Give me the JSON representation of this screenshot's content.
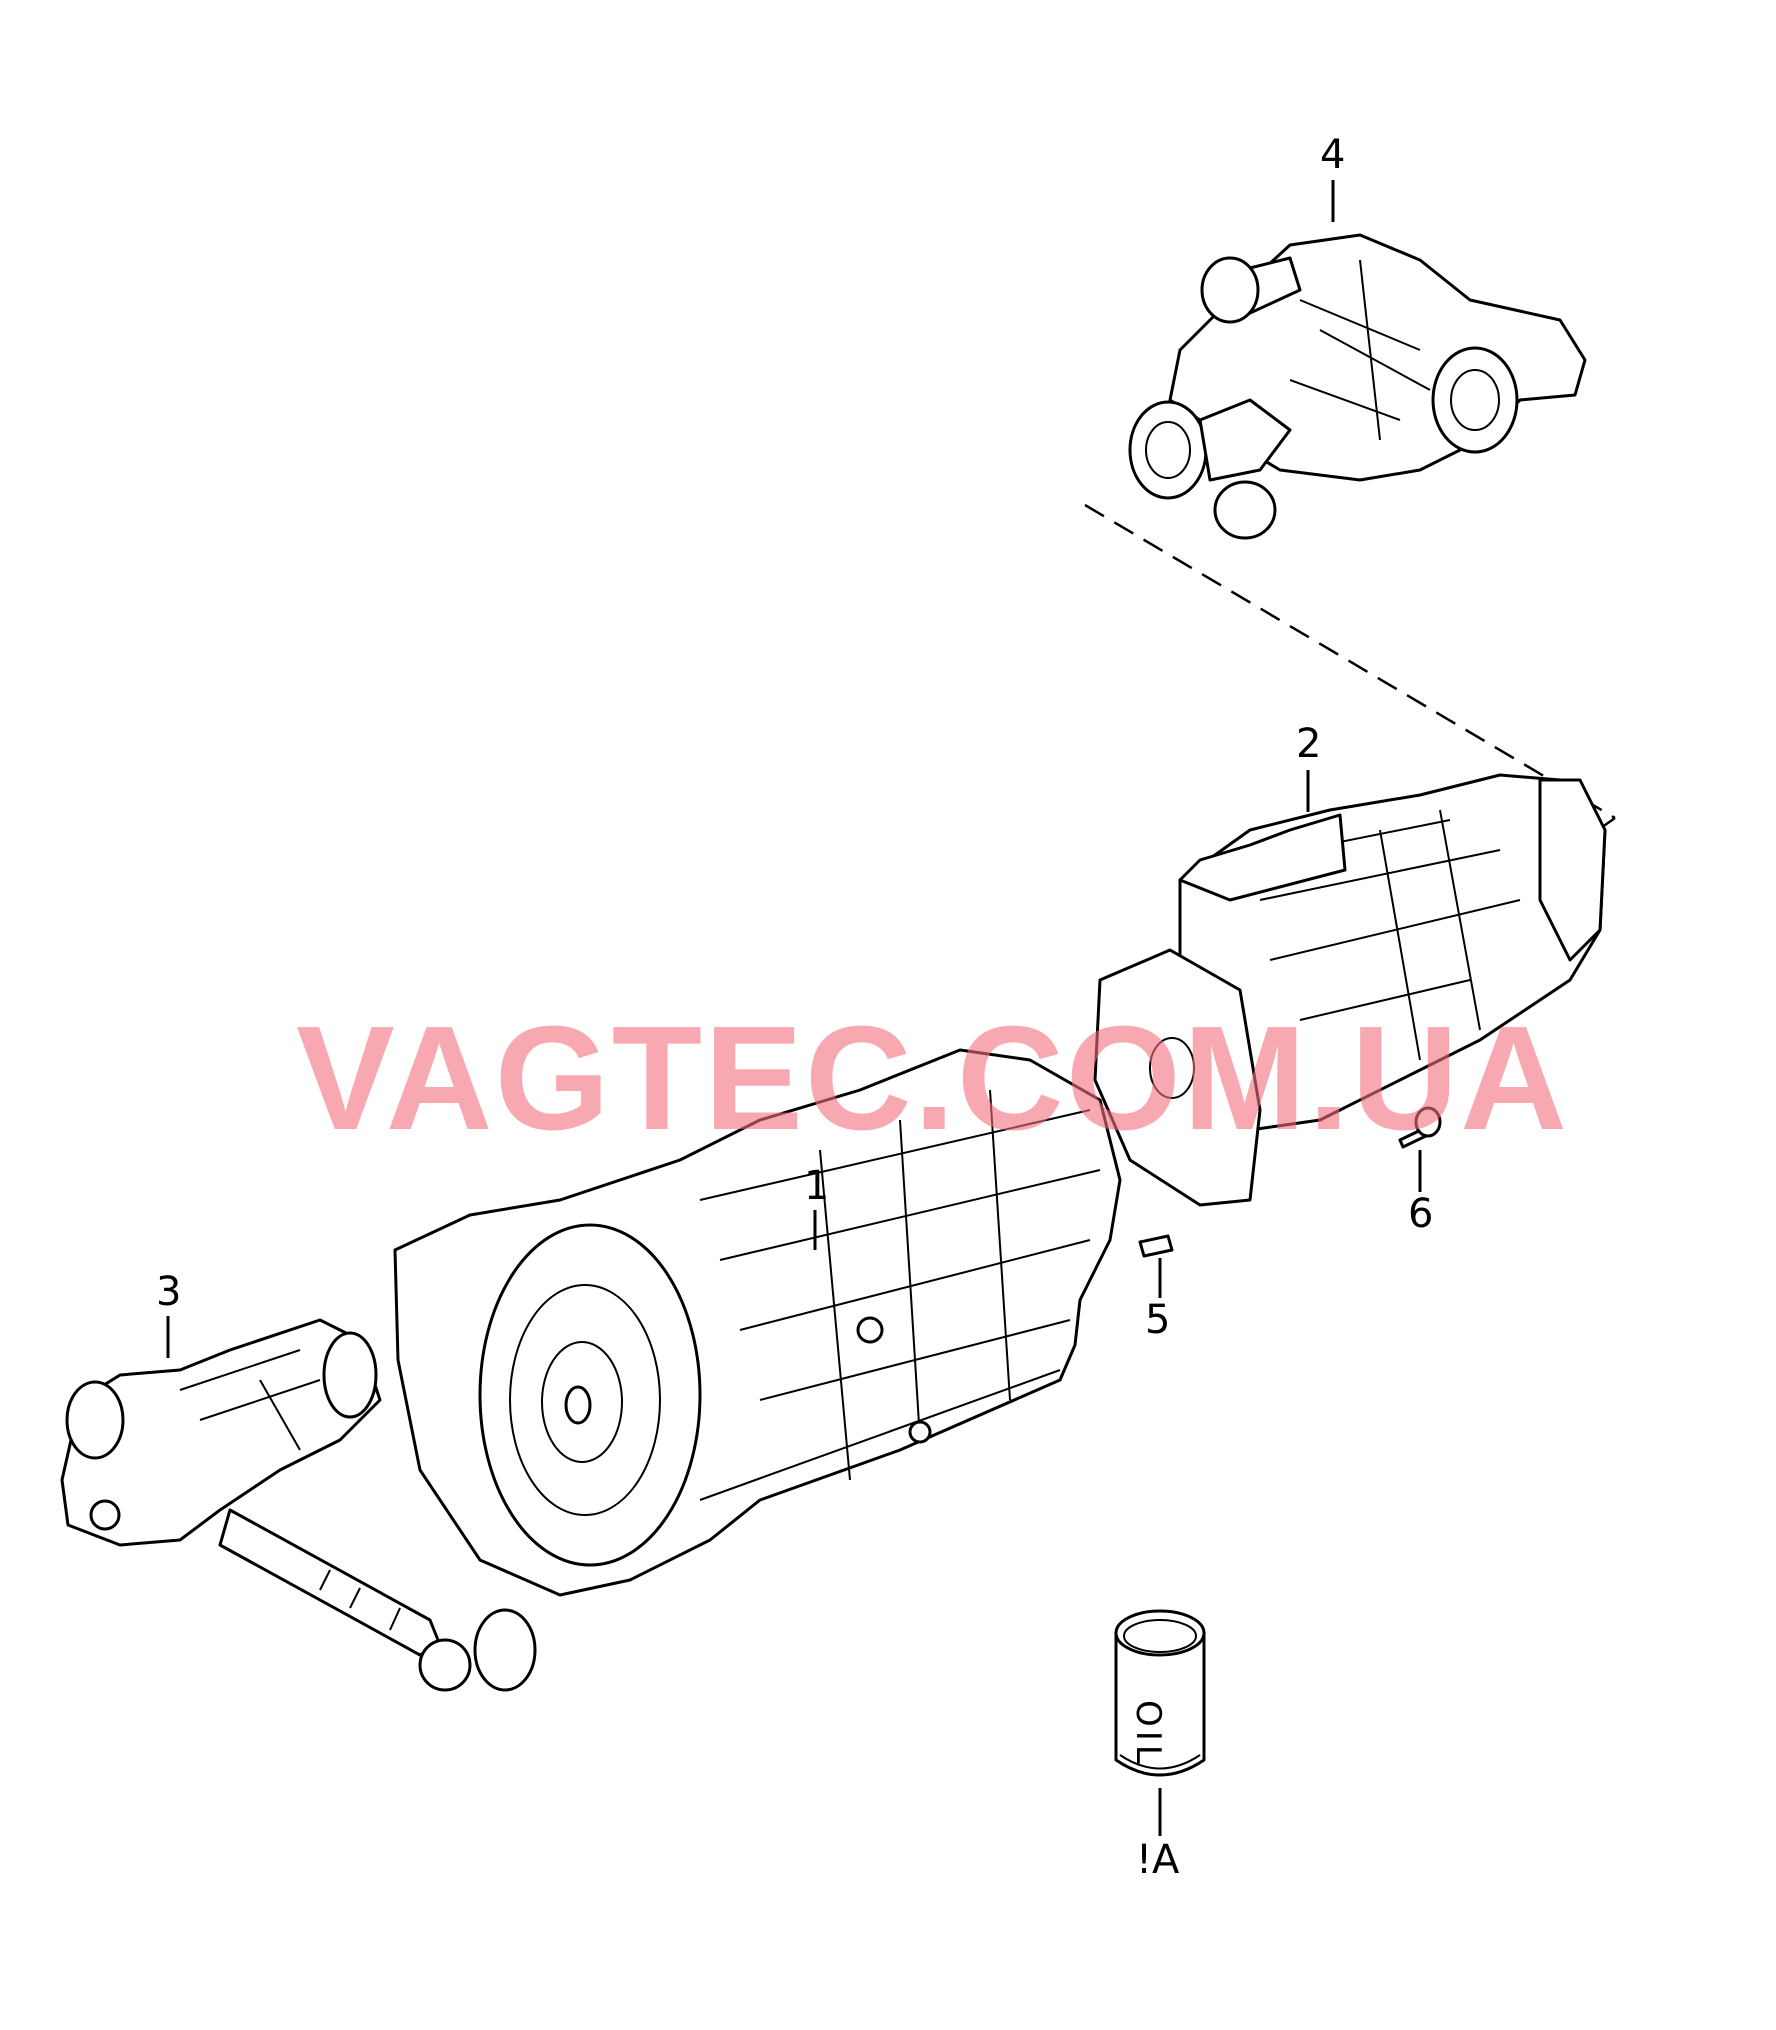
{
  "diagram": {
    "callouts": [
      {
        "id": "1",
        "label": "1"
      },
      {
        "id": "2",
        "label": "2"
      },
      {
        "id": "3",
        "label": "3"
      },
      {
        "id": "4",
        "label": "4"
      },
      {
        "id": "5",
        "label": "5"
      },
      {
        "id": "6",
        "label": "6"
      },
      {
        "id": "A",
        "label": "!A"
      }
    ],
    "oil_can_text": "OIL",
    "watermark": "VAGTEC.COM.UA"
  }
}
